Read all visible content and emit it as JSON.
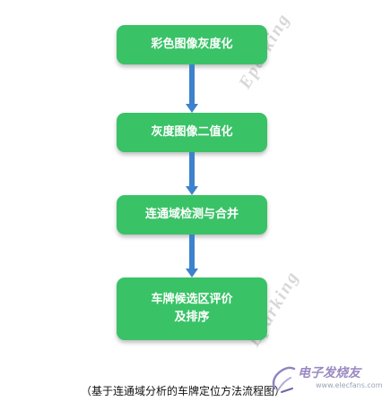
{
  "watermark": {
    "text": "Eparking"
  },
  "flowchart": {
    "steps": [
      {
        "label": "彩色图像灰度化"
      },
      {
        "label": "灰度图像二值化"
      },
      {
        "label": "连通域检测与合并"
      },
      {
        "label_line1": "车牌候选区评价",
        "label_line2": "及排序"
      }
    ]
  },
  "caption": "（基于连通域分析的车牌定位方法流程图）",
  "logo": {
    "name": "电子发烧友",
    "url": "www.elecfans.com"
  },
  "colors": {
    "step_fill": "#3ac267",
    "arrow": "#3d82cc",
    "watermark": "#d8d8d8"
  }
}
